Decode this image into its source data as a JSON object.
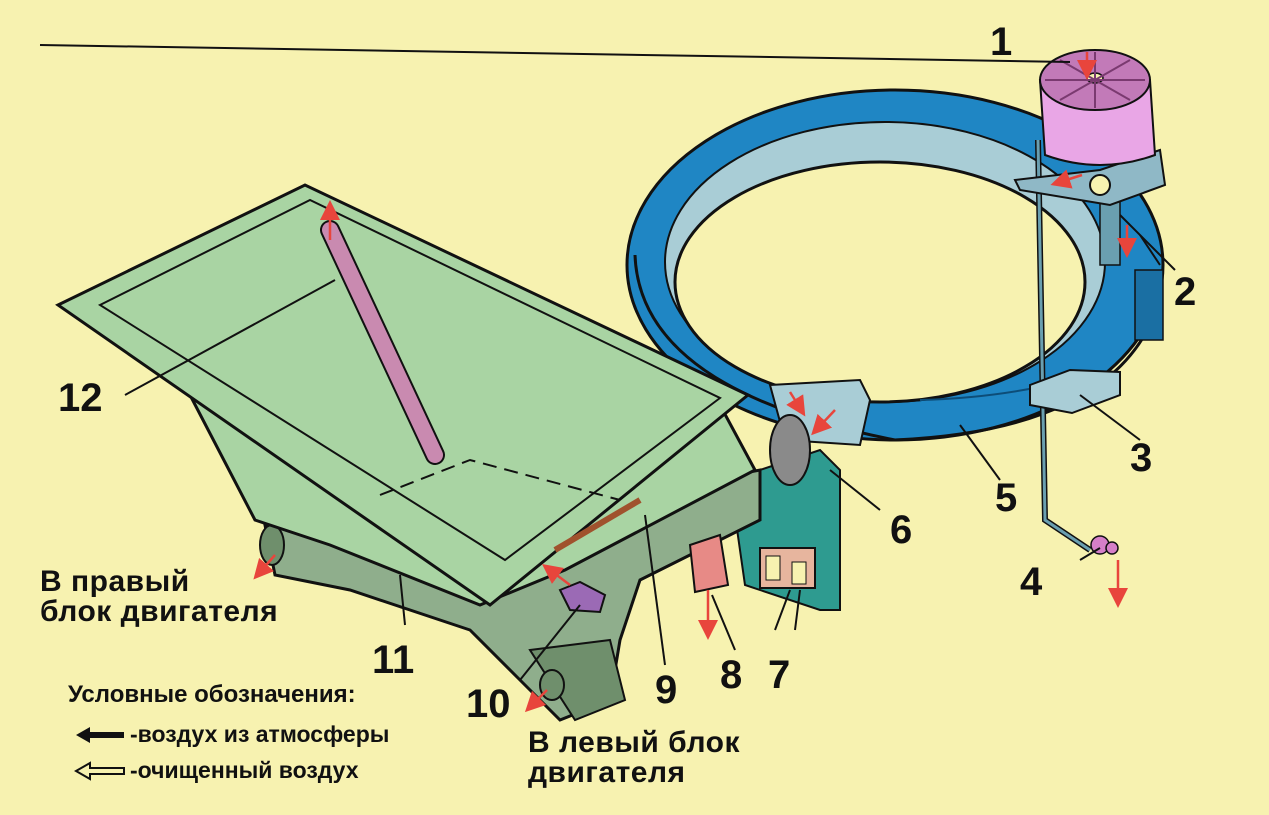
{
  "callouts": [
    {
      "id": "1",
      "label": "1"
    },
    {
      "id": "2",
      "label": "2"
    },
    {
      "id": "3",
      "label": "3"
    },
    {
      "id": "4",
      "label": "4"
    },
    {
      "id": "5",
      "label": "5"
    },
    {
      "id": "6",
      "label": "6"
    },
    {
      "id": "7",
      "label": "7"
    },
    {
      "id": "8",
      "label": "8"
    },
    {
      "id": "9",
      "label": "9"
    },
    {
      "id": "10",
      "label": "10"
    },
    {
      "id": "11",
      "label": "11"
    },
    {
      "id": "12",
      "label": "12"
    }
  ],
  "destinations": {
    "right_block": {
      "line1": "В правый",
      "line2": "блок двигателя"
    },
    "left_block": {
      "line1": "В левый блок",
      "line2": "двигателя"
    }
  },
  "legend": {
    "title": "Условные обозначения:",
    "items": [
      {
        "icon": "solid-arrow-icon",
        "text": "-воздух из атмосферы"
      },
      {
        "icon": "hollow-arrow-icon",
        "text": "-очищенный воздух"
      }
    ]
  },
  "colors": {
    "background": "#f7f2b0",
    "ring_blue": "#1f86c4",
    "ring_inner": "#a9cdd6",
    "filter_green": "#a9d4a3",
    "duct_green": "#8fae8c",
    "bracket_teal": "#2e9b90",
    "pipe_pink": "#c98ab0",
    "cap_magenta": "#e9a6e6",
    "arrow_red": "#e8453c"
  }
}
